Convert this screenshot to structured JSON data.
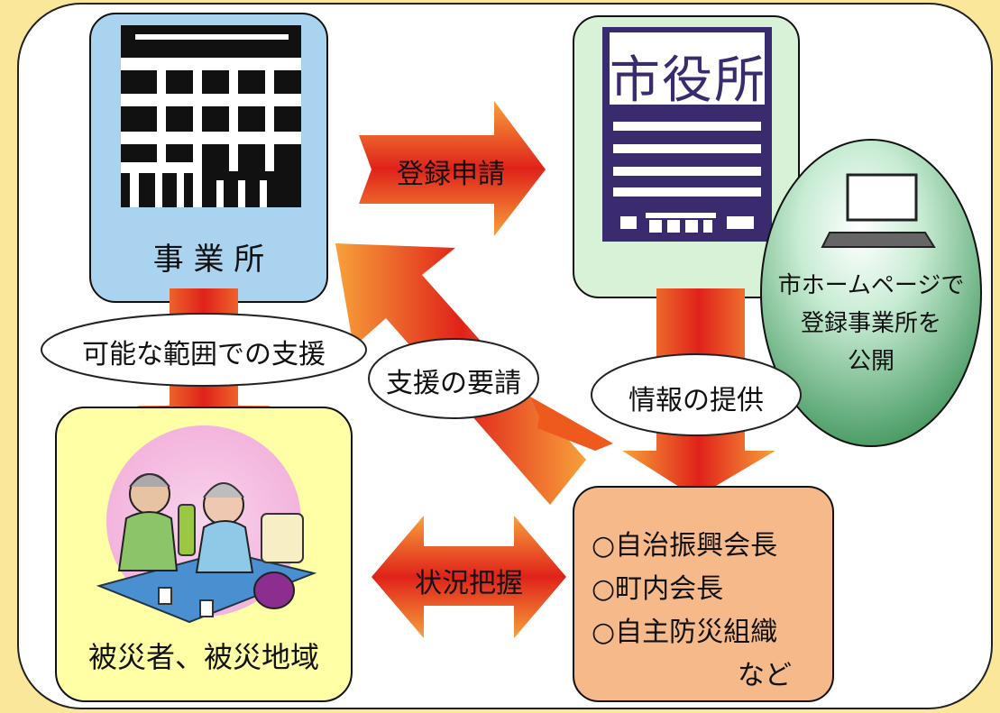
{
  "colors": {
    "page_background": "#fbe79a",
    "frame": "#ffffff",
    "office_box": "#a9d3ef",
    "city_hall_box": "#d7f2d7",
    "homepage_circle": "#2e8a4c",
    "victims_box": "#ffffa6",
    "leaders_box": "#f5b98a",
    "arrow_red": "#e32a1c",
    "arrow_orange": "#f18a2a",
    "building_dark": "#1a1a1a",
    "city_hall_navy": "#3a2a6e"
  },
  "nodes": {
    "office": {
      "label": "事 業 所",
      "icon": "office-building-icon"
    },
    "city_hall": {
      "sign": "市役所",
      "icon": "city-hall-icon"
    },
    "homepage": {
      "lines": [
        "市ホームページで",
        "登録事業所を",
        "公開"
      ],
      "icon": "laptop-icon"
    },
    "victims": {
      "label": "被災者、被災地域",
      "icon": "elderly-couple-icon"
    },
    "leaders": {
      "lines": [
        "○自治振興会長",
        "○町内会長",
        "○自主防災組織"
      ],
      "suffix": "など"
    }
  },
  "arrows": {
    "registration": "登録申請",
    "support_within_capacity": "可能な範囲での支援",
    "support_request": "支援の要請",
    "information": "情報の提供",
    "situation": "状況把握"
  }
}
